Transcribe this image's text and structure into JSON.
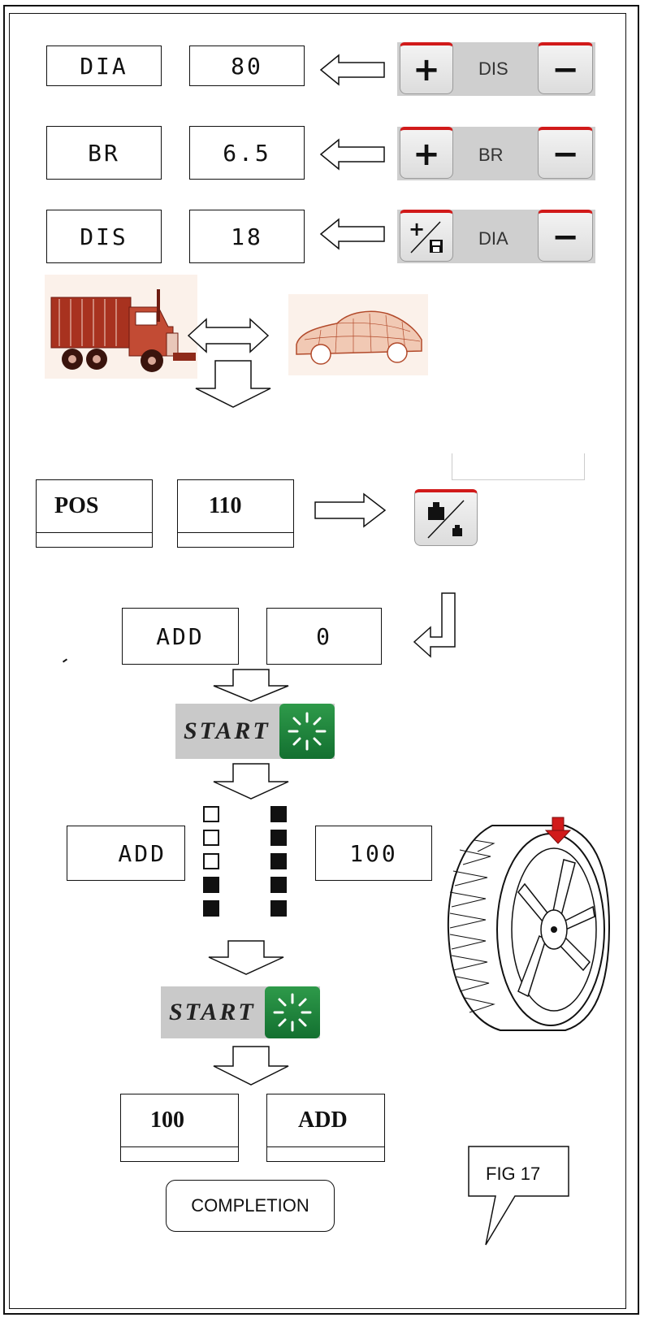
{
  "row1": {
    "label": "DIA",
    "value": "80",
    "panel_label": "DIS"
  },
  "row2": {
    "label": "BR",
    "value": "6.5",
    "panel_label": "BR"
  },
  "row3": {
    "label": "DIS",
    "value": "18",
    "panel_label": "DIA"
  },
  "panel_keys": {
    "plus": "+",
    "minus": "−"
  },
  "vehicles": {
    "truck_icon": "truck-icon",
    "car_icon": "car-icon"
  },
  "pos_row": {
    "label": "POS",
    "value": "110"
  },
  "add_row": {
    "label": "ADD",
    "value": "0"
  },
  "start_label": "START",
  "measure_row": {
    "label": "ADD",
    "value": "100",
    "left_indicators": [
      false,
      false,
      false,
      true,
      true
    ],
    "right_indicators": [
      true,
      true,
      true,
      true,
      true
    ]
  },
  "result_row": {
    "value": "100",
    "label": "ADD"
  },
  "completion_label": "COMPLETION",
  "figure_label": "FIG 17",
  "accent_red": "#d11a1a",
  "start_green": "#1f8a3c"
}
